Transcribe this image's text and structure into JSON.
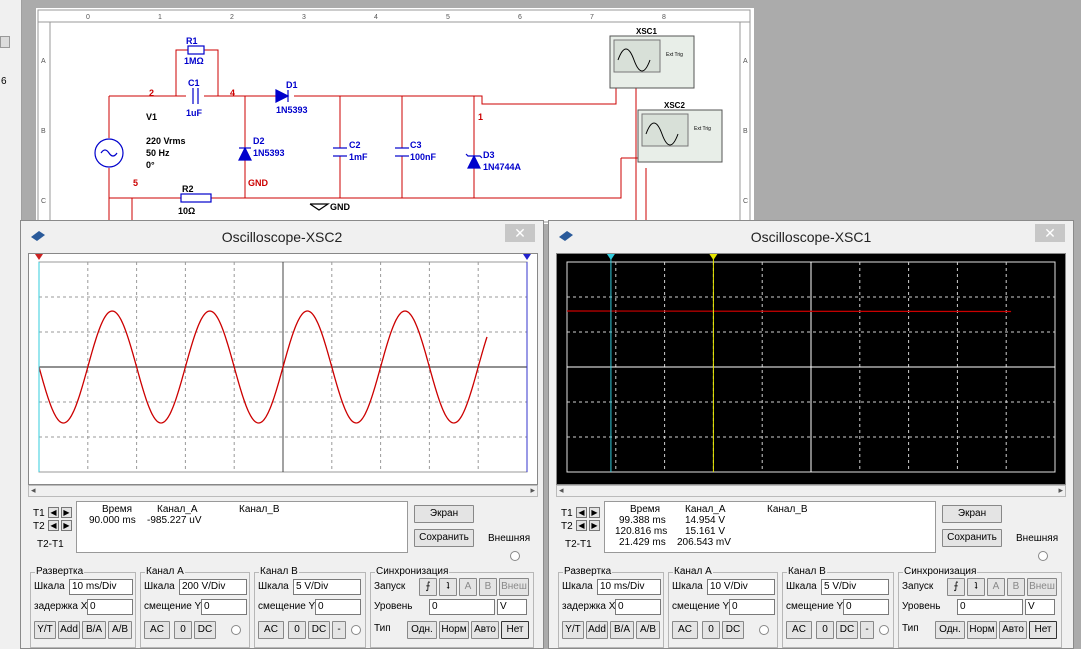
{
  "app": {
    "left_num": "6"
  },
  "schematic": {
    "grid_cols": [
      "0",
      "1",
      "2",
      "3",
      "4",
      "5",
      "6",
      "7",
      "8"
    ],
    "grid_rows": [
      "A",
      "B",
      "C"
    ],
    "components": {
      "r1_name": "R1",
      "r1_value": "1MΩ",
      "c1_name": "C1",
      "c1_value": "1uF",
      "d1_name": "D1",
      "d1_value": "1N5393",
      "d2_name": "D2",
      "d2_value": "1N5393",
      "c2_name": "C2",
      "c2_value": "1mF",
      "c3_name": "C3",
      "c3_value": "100nF",
      "d3_name": "D3",
      "d3_value": "1N4744A",
      "v1_name": "V1",
      "v1_l1": "220 Vrms",
      "v1_l2": "50 Hz",
      "v1_l3": "0°",
      "r2_name": "R2",
      "r2_value": "10Ω",
      "gnd1": "GND",
      "gnd2": "GND",
      "node2": "2",
      "node4": "4",
      "node5": "5",
      "node1": "1",
      "xsc1": "XSC1",
      "xsc2": "XSC2",
      "ext_trig": "Ext Trig"
    }
  },
  "osc_xsc2": {
    "title": "Oscilloscope-XSC2",
    "cursor_t1": "T1",
    "cursor_t2": "T2",
    "t2t1": "T2-T1",
    "hdr_time": "Время",
    "hdr_cha": "Канал_A",
    "hdr_chb": "Канал_B",
    "row1_time": "90.000 ms",
    "row1_cha": "-985.227 uV",
    "row1_chb": "",
    "btn_screen": "Экран",
    "btn_save": "Сохранить",
    "ext_label": "Внешняя",
    "timebase": {
      "title": "Развертка",
      "scale_lbl": "Шкала",
      "scale": "10 ms/Div",
      "delay_lbl": "задержка X",
      "delay": "0",
      "yt": "Y/T",
      "add": "Add",
      "ba": "B/A",
      "ab": "A/B"
    },
    "cha": {
      "title": "Канал А",
      "scale_lbl": "Шкала",
      "scale": "200  V/Div",
      "off_lbl": "смещение Y",
      "off": "0",
      "ac": "AC",
      "zero": "0",
      "dc": "DC"
    },
    "chb": {
      "title": "Канал В",
      "scale_lbl": "Шкала",
      "scale": "5  V/Div",
      "off_lbl": "смещение Y",
      "off": "0",
      "ac": "AC",
      "zero": "0",
      "dc": "DC",
      "minus": "-"
    },
    "trig": {
      "title": "Синхронизация",
      "launch": "Запуск",
      "a": "A",
      "b": "B",
      "ext": "Внеш",
      "level_lbl": "Уровень",
      "level": "0",
      "unit": "V",
      "type_lbl": "Тип",
      "single": "Одн.",
      "normal": "Норм",
      "auto": "Авто",
      "none": "Нет"
    }
  },
  "osc_xsc1": {
    "title": "Oscilloscope-XSC1",
    "cursor_t1": "T1",
    "cursor_t2": "T2",
    "t2t1": "T2-T1",
    "hdr_time": "Время",
    "hdr_cha": "Канал_A",
    "hdr_chb": "Канал_B",
    "row1_time": "99.388 ms",
    "row1_cha": "14.954 V",
    "row2_time": "120.816 ms",
    "row2_cha": "15.161 V",
    "row3_time": "21.429 ms",
    "row3_cha": "206.543 mV",
    "btn_screen": "Экран",
    "btn_save": "Сохранить",
    "ext_label": "Внешняя",
    "timebase": {
      "title": "Развертка",
      "scale_lbl": "Шкала",
      "scale": "10 ms/Div",
      "delay_lbl": "задержка X",
      "delay": "0",
      "yt": "Y/T",
      "add": "Add",
      "ba": "B/A",
      "ab": "A/B"
    },
    "cha": {
      "title": "Канал А",
      "scale_lbl": "Шкала",
      "scale": "10  V/Div",
      "off_lbl": "смещение Y",
      "off": "0",
      "ac": "AC",
      "zero": "0",
      "dc": "DC"
    },
    "chb": {
      "title": "Канал В",
      "scale_lbl": "Шкала",
      "scale": "5  V/Div",
      "off_lbl": "смещение Y",
      "off": "0",
      "ac": "AC",
      "zero": "0",
      "dc": "DC",
      "minus": "-"
    },
    "trig": {
      "title": "Синхронизация",
      "launch": "Запуск",
      "a": "A",
      "b": "B",
      "ext": "Внеш",
      "level_lbl": "Уровень",
      "level": "0",
      "unit": "V",
      "type_lbl": "Тип",
      "single": "Одн.",
      "normal": "Норм",
      "auto": "Авто",
      "none": "Нет"
    }
  },
  "colors": {
    "wire": "#cc0000",
    "part": "#0000cc",
    "trace": "#cc0000",
    "cursor1": "#33ccdd",
    "cursor2": "#e6e600"
  },
  "waves": {
    "xsc2_divisions_per_cycle": 2,
    "xsc2_cycles_shown": 4.6,
    "xsc2_amplitude_div": 1.6,
    "xsc1_level_div": 1.6
  }
}
